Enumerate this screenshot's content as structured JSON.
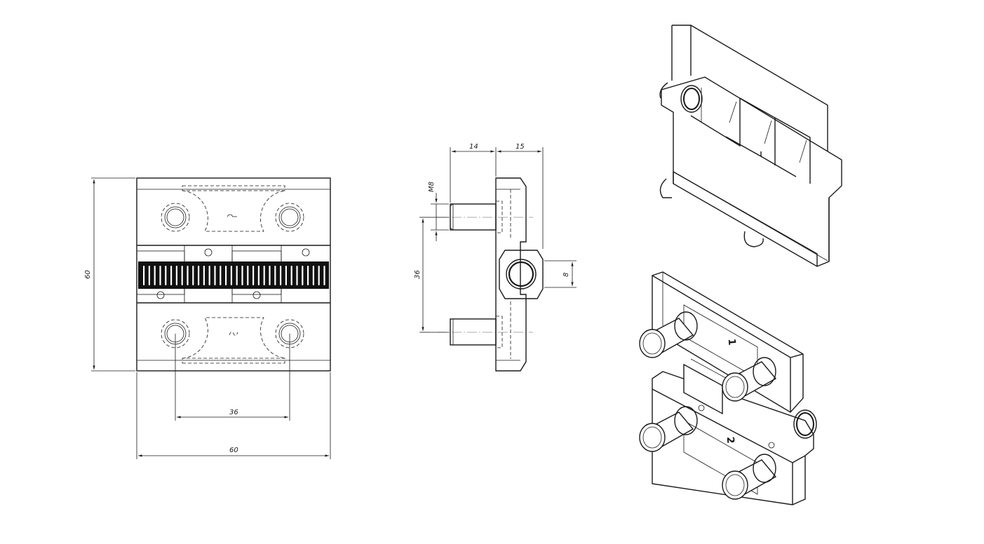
{
  "front_view": {
    "dim_height": "60",
    "dim_width": "60",
    "dim_hole_spacing": "36"
  },
  "side_view": {
    "dim_depth_1": "14",
    "dim_depth_2": "15",
    "dim_thread": "M8",
    "dim_pitch": "36",
    "dim_pin": "8"
  },
  "iso_bottom": {
    "part_label_1": "1",
    "part_label_2": "2"
  }
}
